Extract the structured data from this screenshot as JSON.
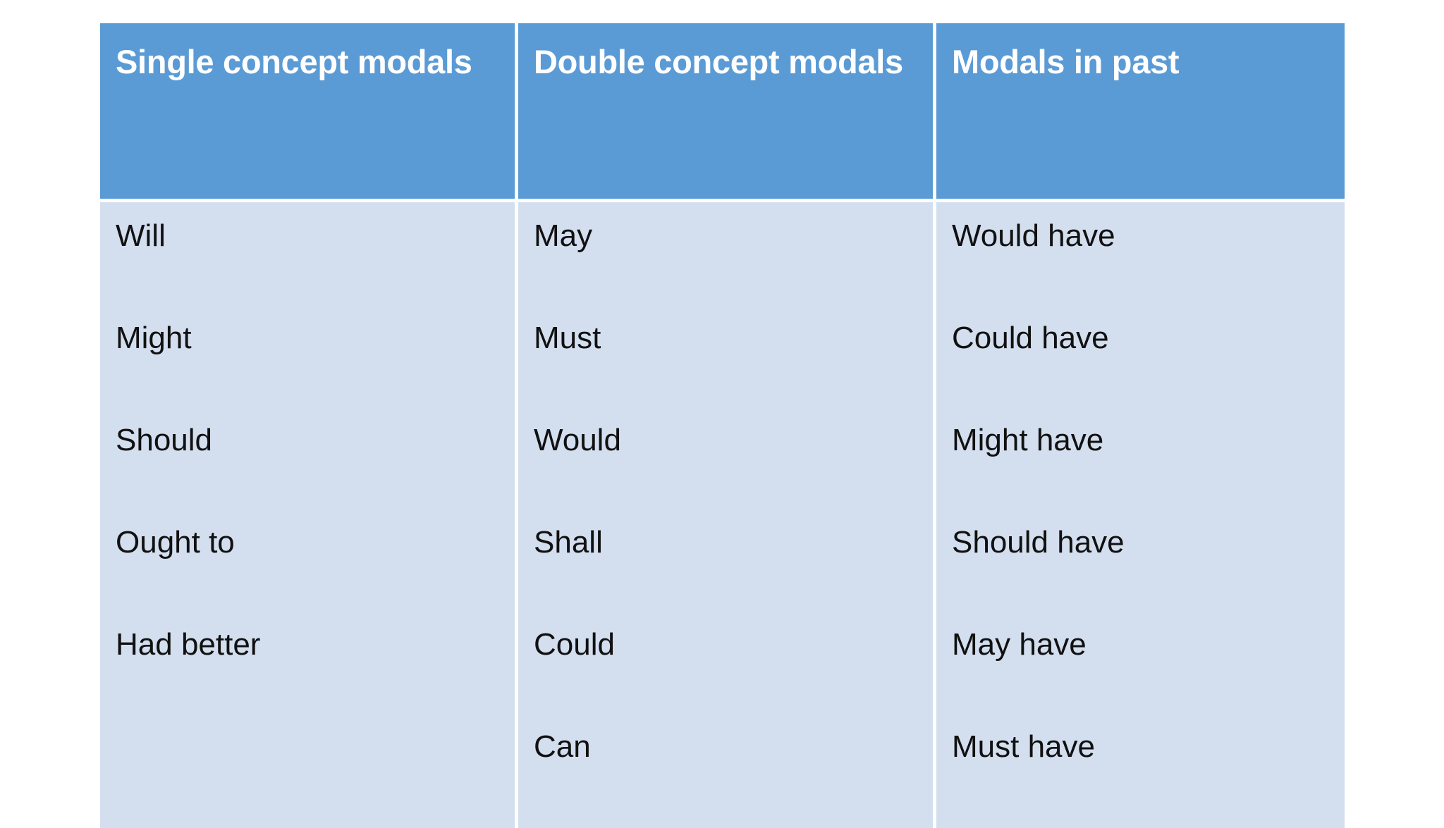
{
  "table": {
    "headers": [
      "Single concept modals",
      "Double concept modals",
      "Modals in past"
    ],
    "columns": [
      {
        "header": "Single concept modals",
        "items": [
          "Will",
          "Might",
          "Should",
          "Ought to",
          "Had better",
          ""
        ]
      },
      {
        "header": "Double concept modals",
        "items": [
          "May",
          "Must",
          "Would",
          "Shall",
          "Could",
          "Can"
        ]
      },
      {
        "header": "Modals in past",
        "items": [
          "Would have",
          "Could have",
          "Might have",
          "Should have",
          "May have",
          "Must have"
        ]
      }
    ],
    "rows": [
      [
        "Will",
        "May",
        "Would have"
      ],
      [
        "Might",
        "Must",
        "Could have"
      ],
      [
        "Should",
        "Would",
        "Might have"
      ],
      [
        "Ought to",
        "Shall",
        "Should have"
      ],
      [
        "Had better",
        "Could",
        "May have"
      ],
      [
        "",
        "Can",
        "Must have"
      ]
    ],
    "colors": {
      "header_background": "#5B9BD5",
      "header_text": "#FFFFFF",
      "body_background": "#D3DEEF",
      "body_text": "#111111",
      "gridline": "#FFFFFF",
      "page_background": "#FFFFFF"
    }
  }
}
